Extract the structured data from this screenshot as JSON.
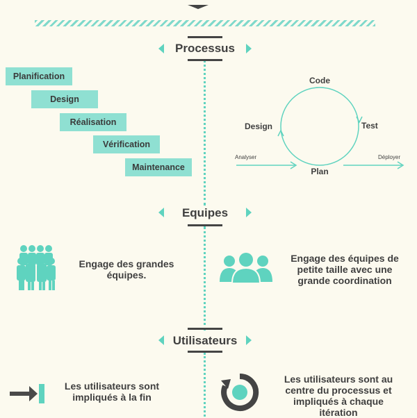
{
  "colors": {
    "accent": "#5fd3bf",
    "step_fill": "#8fe0d2",
    "dark": "#3f3f3f",
    "background": "#FCFAEF"
  },
  "sections": {
    "processus": "Processus",
    "equipes": "Equipes",
    "utilisateurs": "Utilisateurs"
  },
  "waterfall": {
    "steps": [
      "Planification",
      "Design",
      "Réalisation",
      "Vérification",
      "Maintenance"
    ]
  },
  "agile_cycle": {
    "nodes": {
      "code": "Code",
      "test": "Test",
      "plan": "Plan",
      "design": "Design"
    },
    "input_label": "Analyser",
    "output_label": "Déployer"
  },
  "teams": {
    "left_text": [
      "Engage des grandes",
      "équipes."
    ],
    "right_text": [
      "Engage des équipes de",
      "petite taille avec une",
      "grande coordination"
    ],
    "left_icon": "large-team-icon",
    "right_icon": "small-team-icon"
  },
  "users": {
    "left_text": [
      "Les utilisateurs sont",
      "impliqués à la fin"
    ],
    "right_text": [
      "Les utilisateurs sont au",
      "centre du processus et",
      "impliqués à chaque",
      "itération"
    ],
    "left_icon": "arrow-to-end-icon",
    "right_icon": "cycle-icon"
  }
}
